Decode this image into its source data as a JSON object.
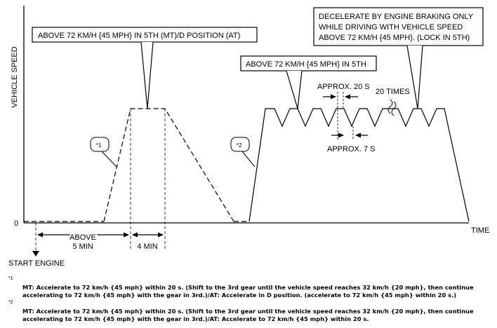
{
  "diagram": {
    "y_axis_label": "VEHICLE SPEED",
    "x_axis_label": "TIME",
    "origin_label": "0",
    "callout_left": "ABOVE 72 KM/H {45 MPH} IN 5TH (MT)/D POSITION (AT)",
    "callout_mid": "ABOVE 72 KM/H {45 MPH} IN 5TH",
    "callout_right": [
      "DECELERATE BY ENGINE BRAKING ONLY",
      "WHILE DRIVING WITH VEHICLE SPEED",
      "ABOVE 72 KM/H {45 MPH}. (LOCK IN 5TH)"
    ],
    "approx_20s": "APPROX. 20 S",
    "approx_7s": "APPROX. 7 S",
    "times_20": "20 TIMES",
    "tag_1": "*1",
    "tag_2": "*2",
    "above_line1": "ABOVE",
    "above_line2": "5 MIN",
    "four_min": "4 MIN",
    "start_engine": "START ENGINE"
  },
  "footnotes": [
    {
      "mark": "*1",
      "line1": "MT: Accelerate to 72 km/h {45 mph} within 20 s. (Shift to the 3rd gear until the vehicle speed reaches 32 km/h {20 mph}, then continue",
      "line2": "accelerating to 72 km/h {45 mph} with the gear in 3rd.)/AT: Accelerate in D position. (accelerate to 72 km/h {45 mph} within 20 s.)"
    },
    {
      "mark": "*2",
      "line1": "MT: Accelerate to 72 km/h {45 mph} within 20 s. (Shift to the 3rd gear until the vehicle speed reaches 32 km/h {20 mph}, then continue",
      "line2": "accelerating to 72 km/h {45 mph} with the gear in 3rd.)/AT: Accelerate to 72 km/h {45 mph} within 20 s."
    }
  ]
}
